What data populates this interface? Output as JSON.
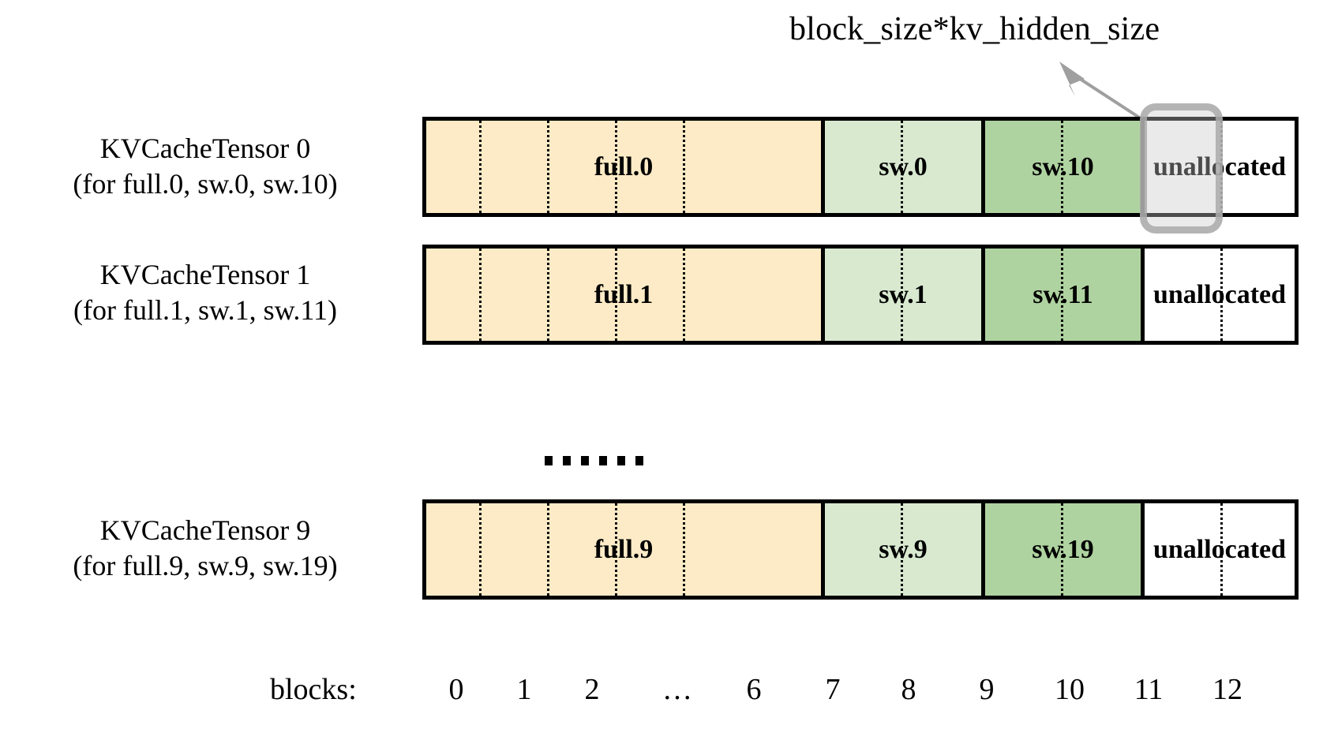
{
  "figure": {
    "callout": {
      "text": "block_size*kv_hidden_size",
      "arrow_icon": "arrow-up-left-icon"
    },
    "highlight": {
      "name": "highlighted-block-11",
      "covers_block": "11"
    },
    "ellipsis": {
      "symbol": "......",
      "dot_count": 6
    }
  },
  "rows": [
    {
      "id": "kvcachetensor-0",
      "label_line1": "KVCacheTensor 0",
      "label_line2": "(for full.0, sw.0, sw.10)",
      "segments": [
        {
          "name": "full-segment",
          "label": "full.0",
          "color": "#FCEBC6",
          "blocks": 7,
          "block_range": "0-6"
        },
        {
          "name": "sw-segment-a",
          "label": "sw.0",
          "color": "#D8E9D0",
          "blocks": 2,
          "block_range": "7-8"
        },
        {
          "name": "sw-segment-b",
          "label": "sw.10",
          "color": "#AFD3A0",
          "blocks": 2,
          "block_range": "9-10"
        },
        {
          "name": "unallocated-segment",
          "label": "unallocated",
          "color": "#FFFFFF",
          "blocks": 2,
          "block_range": "11-12"
        }
      ]
    },
    {
      "id": "kvcachetensor-1",
      "label_line1": "KVCacheTensor 1",
      "label_line2": "(for full.1, sw.1, sw.11)",
      "segments": [
        {
          "name": "full-segment",
          "label": "full.1",
          "color": "#FCEBC6",
          "blocks": 7,
          "block_range": "0-6"
        },
        {
          "name": "sw-segment-a",
          "label": "sw.1",
          "color": "#D8E9D0",
          "blocks": 2,
          "block_range": "7-8"
        },
        {
          "name": "sw-segment-b",
          "label": "sw.11",
          "color": "#AFD3A0",
          "blocks": 2,
          "block_range": "9-10"
        },
        {
          "name": "unallocated-segment",
          "label": "unallocated",
          "color": "#FFFFFF",
          "blocks": 2,
          "block_range": "11-12"
        }
      ]
    },
    {
      "id": "kvcachetensor-9",
      "label_line1": "KVCacheTensor 9",
      "label_line2": "(for full.9, sw.9, sw.19)",
      "segments": [
        {
          "name": "full-segment",
          "label": "full.9",
          "color": "#FCEBC6",
          "blocks": 7,
          "block_range": "0-6"
        },
        {
          "name": "sw-segment-a",
          "label": "sw.9",
          "color": "#D8E9D0",
          "blocks": 2,
          "block_range": "7-8"
        },
        {
          "name": "sw-segment-b",
          "label": "sw.19",
          "color": "#AFD3A0",
          "blocks": 2,
          "block_range": "9-10"
        },
        {
          "name": "unallocated-segment",
          "label": "unallocated",
          "color": "#FFFFFF",
          "blocks": 2,
          "block_range": "11-12"
        }
      ]
    }
  ],
  "axis": {
    "title": "blocks:",
    "ticks": [
      "0",
      "1",
      "2",
      "…",
      "6",
      "7",
      "8",
      "9",
      "10",
      "11",
      "12"
    ]
  },
  "colors": {
    "full_fill": "#FCEBC6",
    "sw_fill_light": "#D8E9D0",
    "sw_fill_dark": "#AFD3A0",
    "unallocated_fill": "#FFFFFF",
    "outline": "#000000",
    "highlight_stroke": "#AAAAAA"
  }
}
